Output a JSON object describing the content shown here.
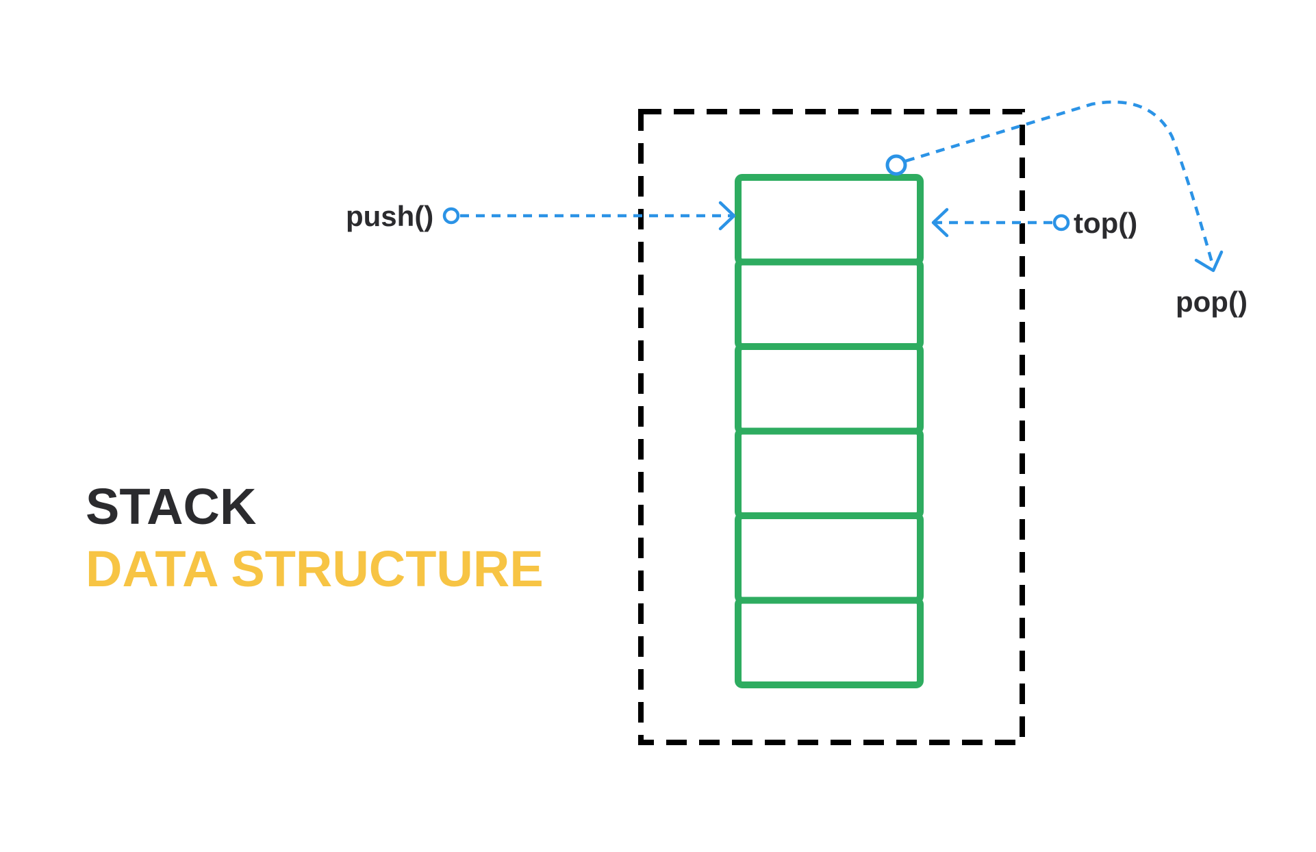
{
  "title": {
    "main": "STACK",
    "sub": "DATA STRUCTURE"
  },
  "operations": {
    "push": "push()",
    "top": "top()",
    "pop": "pop()"
  },
  "stack": {
    "cell_count": 6
  },
  "colors": {
    "text_dark": "#2b2b2e",
    "accent_yellow": "#f7c444",
    "stack_green": "#2eac60",
    "arrow_blue": "#2b93e6",
    "container_black": "#000000",
    "background": "#ffffff"
  }
}
